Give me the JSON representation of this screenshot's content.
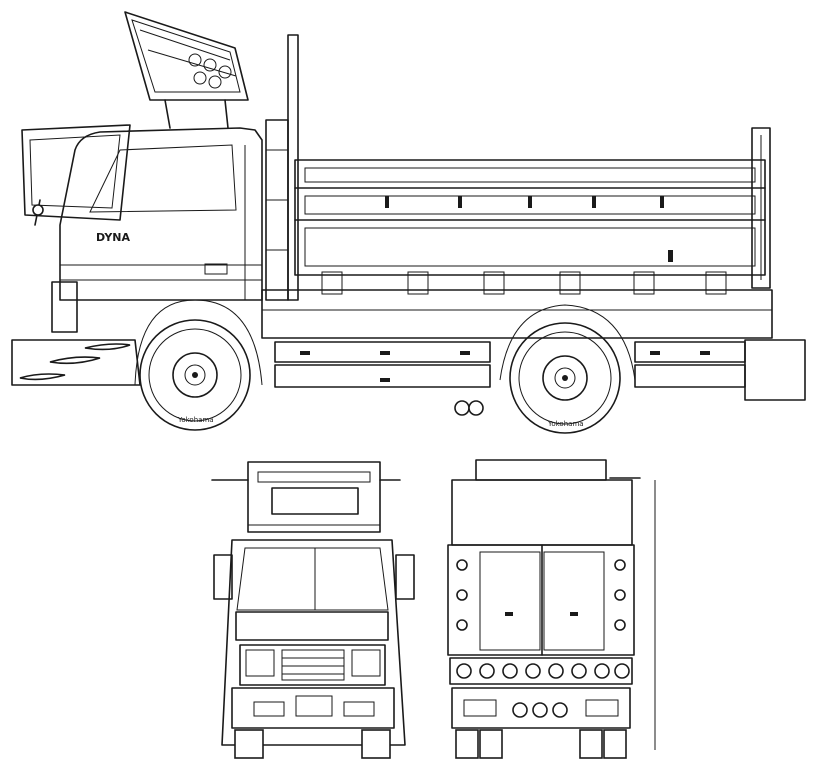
{
  "drawing": {
    "line_color": "#1a1a1a",
    "background": "#ffffff",
    "cab_badge": "DYNA",
    "tire_text": "Yokohama",
    "views": [
      "side-view",
      "front-view",
      "rear-view"
    ]
  }
}
